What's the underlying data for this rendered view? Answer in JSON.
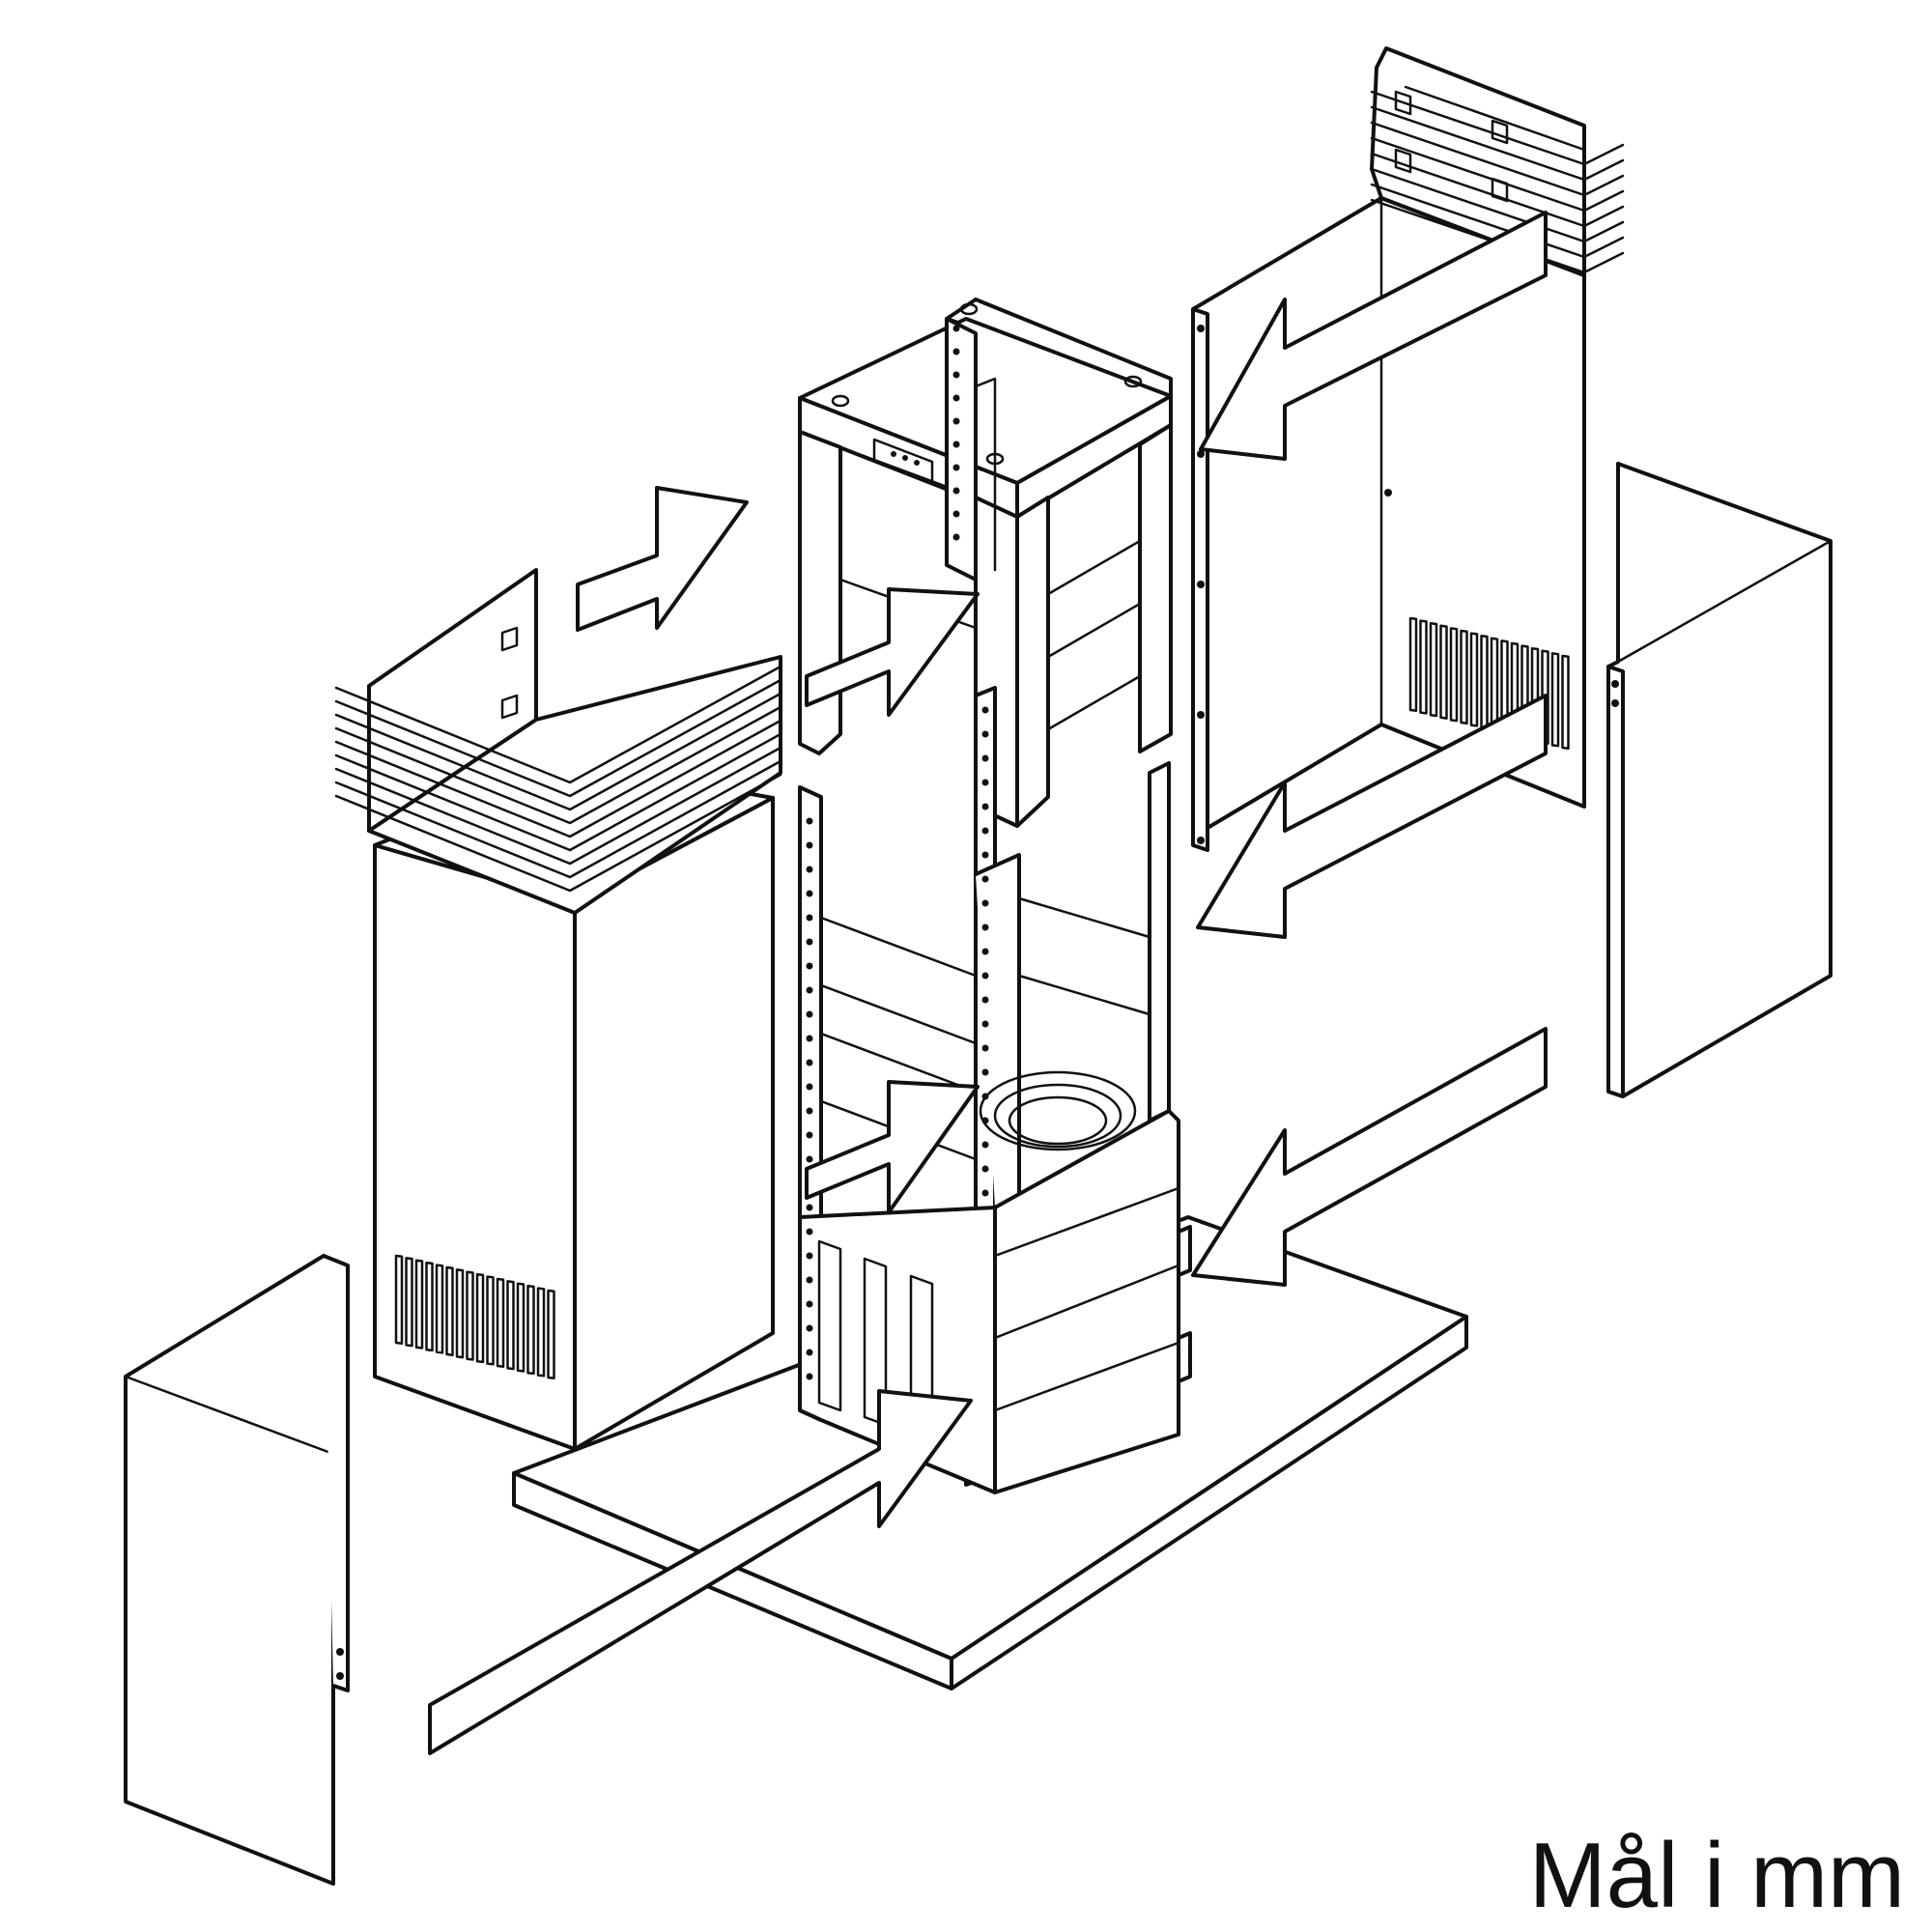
{
  "caption": "Mål i mm",
  "colors": {
    "line": "#111111",
    "paper": "#ffffff"
  },
  "parts": {
    "hood_base": "hood-base-panel",
    "motor_housing": "motor-housing",
    "frame_upper": "upper-mounting-frame",
    "frame_lower": "lower-mounting-frame",
    "chimney_left": "chimney-cover-left",
    "chimney_back": "chimney-cover-back",
    "chimney_right": "chimney-cover-right",
    "chimney_front": "chimney-cover-front",
    "grille_left": "exhaust-grille-left",
    "grille_top": "exhaust-grille-top"
  },
  "arrows": [
    "assembly-arrow-1",
    "assembly-arrow-2",
    "assembly-arrow-3",
    "assembly-arrow-4",
    "assembly-arrow-5",
    "assembly-arrow-6",
    "assembly-arrow-7"
  ]
}
